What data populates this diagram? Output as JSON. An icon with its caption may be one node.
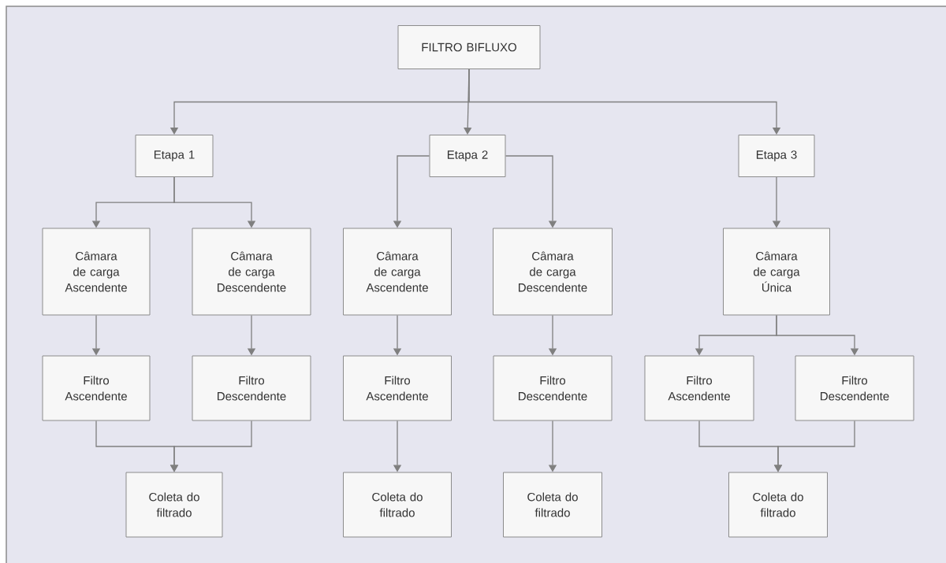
{
  "diagram": {
    "nodes": [
      {
        "text": [
          "FILTRO BIFLUXO"
        ]
      },
      {
        "text": [
          "Etapa 1"
        ]
      },
      {
        "text": [
          "Etapa 2"
        ]
      },
      {
        "text": [
          "Etapa 3"
        ]
      },
      {
        "text": [
          "Câmara de carga Ascendente"
        ]
      },
      {
        "text": [
          "Câmara de carga Descendente"
        ]
      },
      {
        "text": [
          "Câmara de carga Ascendente"
        ]
      },
      {
        "text": [
          "Câmara de carga Descendente"
        ]
      },
      {
        "text": [
          "Câmara de carga Única"
        ]
      },
      {
        "text": [
          "Filtro Ascendente"
        ]
      },
      {
        "text": [
          "Filtro Descendente"
        ]
      },
      {
        "text": [
          "Filtro Ascendente"
        ]
      },
      {
        "text": [
          "Filtro Descendente"
        ]
      },
      {
        "text": [
          "Filtro Ascendente"
        ]
      },
      {
        "text": [
          "Filtro Descendente"
        ]
      },
      {
        "text": [
          "Coleta do filtrado"
        ]
      },
      {
        "text": [
          "Coleta do filtrado"
        ]
      },
      {
        "text": [
          "Coleta do filtrado"
        ]
      },
      {
        "text": [
          "Coleta do filtrado"
        ]
      }
    ],
    "edges": [
      {
        "from": 0,
        "to": 1,
        "arrow": "to"
      },
      {
        "from": 0,
        "to": 2,
        "arrow": "to"
      },
      {
        "from": 0,
        "to": 3,
        "arrow": "to"
      },
      {
        "from": 1,
        "to": 4,
        "arrow": "to"
      },
      {
        "from": 1,
        "to": 5,
        "arrow": "to"
      },
      {
        "from": 2,
        "to": 6,
        "arrow": "to"
      },
      {
        "from": 2,
        "to": 7,
        "arrow": "to"
      },
      {
        "from": 3,
        "to": 8,
        "arrow": "to"
      },
      {
        "from": 4,
        "to": 9,
        "arrow": "to"
      },
      {
        "from": 5,
        "to": 10,
        "arrow": "to"
      },
      {
        "from": 6,
        "to": 11,
        "arrow": "to"
      },
      {
        "from": 7,
        "to": 12,
        "arrow": "to"
      },
      {
        "from": 8,
        "to": 13,
        "arrow": "to"
      },
      {
        "from": 8,
        "to": 14,
        "arrow": "to"
      },
      {
        "from": 9,
        "to": 15,
        "arrow": "to"
      },
      {
        "from": 10,
        "to": 15,
        "arrow": "to"
      },
      {
        "from": 11,
        "to": 16,
        "arrow": "to"
      },
      {
        "from": 12,
        "to": 17,
        "arrow": "to"
      },
      {
        "from": 13,
        "to": 18,
        "arrow": "to"
      },
      {
        "from": 14,
        "to": 18,
        "arrow": "to"
      }
    ]
  }
}
